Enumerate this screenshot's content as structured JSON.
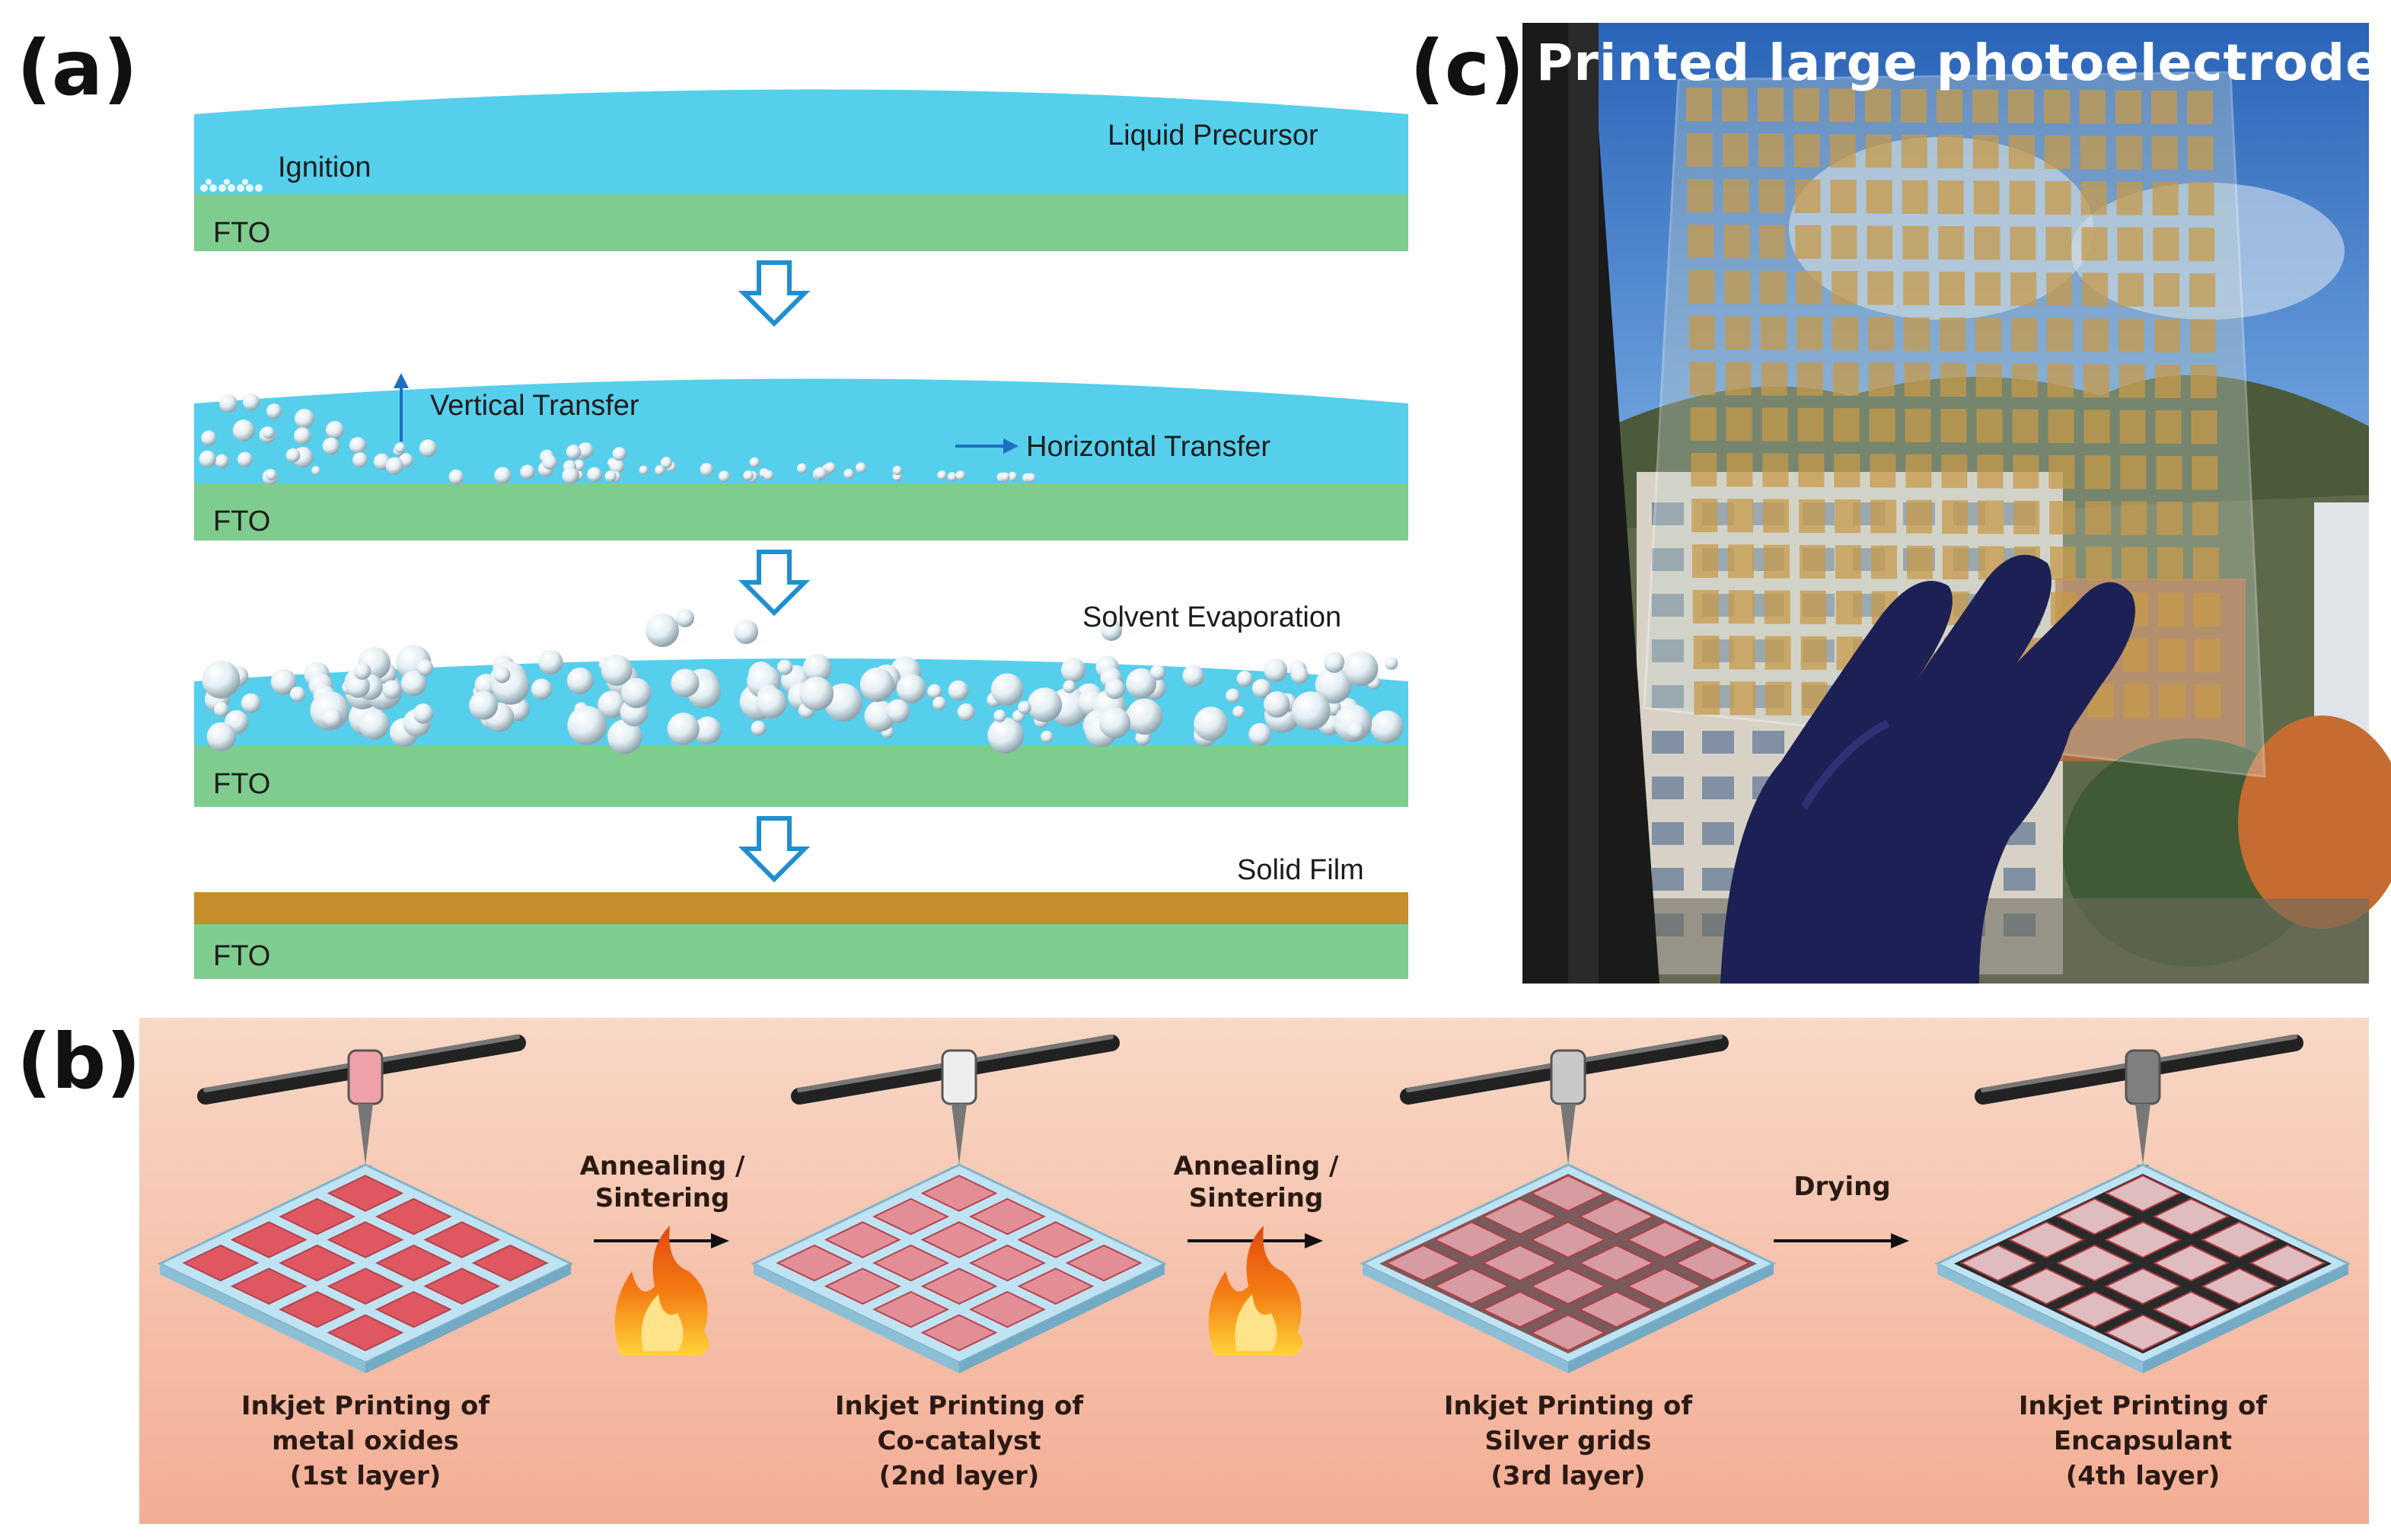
{
  "panels": {
    "a": {
      "label": "(a)",
      "fto": "FTO",
      "liquid_precursor": "Liquid Precursor",
      "ignition": "Ignition",
      "vertical_transfer": "Vertical Transfer",
      "horizontal_transfer": "Horizontal Transfer",
      "solvent_evaporation": "Solvent Evaporation",
      "solid_film": "Solid Film"
    },
    "b": {
      "label": "(b)",
      "steps": [
        {
          "line1": "Inkjet Printing of",
          "line2": "metal oxides",
          "line3": "(1st layer)"
        },
        {
          "line1": "Inkjet Printing of",
          "line2": "Co-catalyst",
          "line3": "(2nd layer)"
        },
        {
          "line1": "Inkjet Printing of",
          "line2": "Silver grids",
          "line3": "(3rd layer)"
        },
        {
          "line1": "Inkjet Printing of",
          "line2": "Encapsulant",
          "line3": "(4th layer)"
        }
      ],
      "transitions": [
        {
          "line1": "Annealing /",
          "line2": "Sintering"
        },
        {
          "line1": "Annealing /",
          "line2": "Sintering"
        },
        {
          "line1": "Drying",
          "line2": ""
        }
      ]
    },
    "c": {
      "label": "(c)",
      "title": "Printed large photoelectrode"
    }
  },
  "colors": {
    "liquid": "#55cfec",
    "fto": "#7fcc8f",
    "solid_film": "#c58e2a",
    "arrow": "#1f8fd0",
    "panel_b_top": "#f7d4c0",
    "panel_b_bottom": "#f4b29a",
    "tile": "#e06068",
    "flame": "#f07a10"
  }
}
